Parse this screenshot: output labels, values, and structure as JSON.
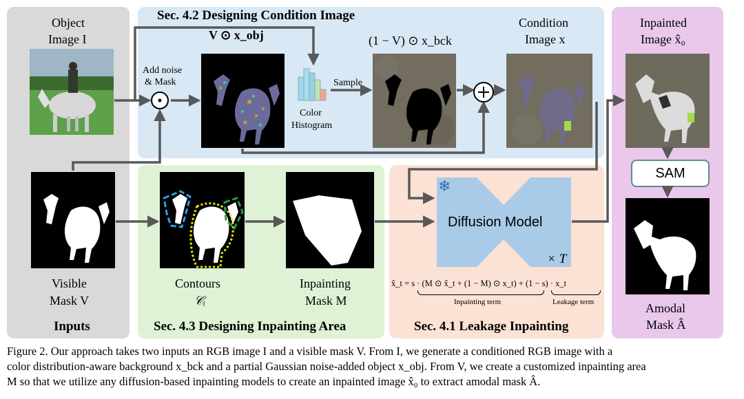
{
  "sections": {
    "inputs": "Inputs",
    "condition": "Sec. 4.2 Designing Condition Image",
    "area": "Sec. 4.3 Designing Inpainting Area",
    "leakage": "Sec. 4.1 Leakage Inpainting"
  },
  "labels": {
    "object_image_1": "Object",
    "object_image_2": "Image I",
    "visible_mask_1": "Visible",
    "visible_mask_2": "Mask V",
    "add_noise_1": "Add noise",
    "add_noise_2": "& Mask",
    "v_xobj": "V ⊙ x_obj",
    "one_minus_v": "(1 − V) ⊙ x_bck",
    "color_hist_1": "Color",
    "color_hist_2": "Histogram",
    "sample": "Sample",
    "condition_1": "Condition",
    "condition_2": "Image x",
    "inpainted_1": "Inpainted",
    "inpainted_2": "Image x̂₀",
    "contours_1": "Contours",
    "contours_2": "𝒞ᵢ",
    "inpaint_mask_1": "Inpainting",
    "inpaint_mask_2": "Mask M",
    "diffusion": "Diffusion Model",
    "times_t": "× T",
    "sam": "SAM",
    "amodal_1": "Amodal",
    "amodal_2": "Mask Â",
    "equation": "x̂_t = s · (M ⊙ x̂_t + (1 − M) ⊙ x_t) + (1 − s) · x_t",
    "inpainting_term": "Inpainting term",
    "leakage_term": "Leakage term"
  },
  "caption": {
    "line1": "Figure 2. Our approach takes two inputs an RGB image I and a visible mask V. From I, we generate a conditioned RGB image with a",
    "line2": "color distribution-aware background x_bck and a partial Gaussian noise-added object x_obj. From V, we create a customized inpainting area",
    "line3": "M so that we utilize any diffusion-based inpainting models to create an inpainted image x̂₀ to extract amodal mask Â."
  },
  "colors": {
    "inputs_panel": "#d9d9d9",
    "condition_panel": "#d9e8f5",
    "area_panel": "#dff2d5",
    "leakage_panel": "#fbe2d5",
    "output_panel": "#e9c8ec",
    "diffusion_block": "#a9cbe8",
    "arrow": "#595959"
  },
  "icons": [
    "odot-icon",
    "oplus-icon",
    "snowflake-icon",
    "histogram-icon"
  ]
}
